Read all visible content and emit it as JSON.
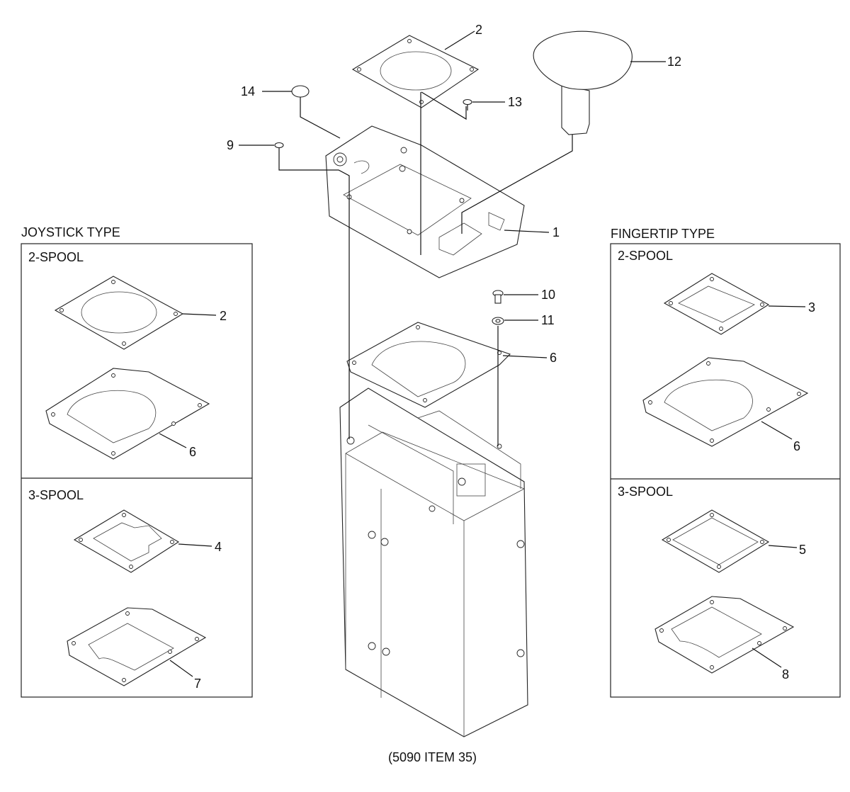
{
  "caption": "(5090 ITEM 35)",
  "panels": {
    "joystick": {
      "title": "JOYSTICK TYPE",
      "top_label": "2-SPOOL",
      "bottom_label": "3-SPOOL",
      "callouts": [
        "2",
        "6",
        "4",
        "7"
      ]
    },
    "fingertip": {
      "title": "FINGERTIP TYPE",
      "top_label": "2-SPOOL",
      "bottom_label": "3-SPOOL",
      "callouts": [
        "3",
        "6",
        "5",
        "8"
      ]
    }
  },
  "center_callouts": [
    "2",
    "12",
    "14",
    "13",
    "9",
    "1",
    "10",
    "11",
    "6"
  ]
}
